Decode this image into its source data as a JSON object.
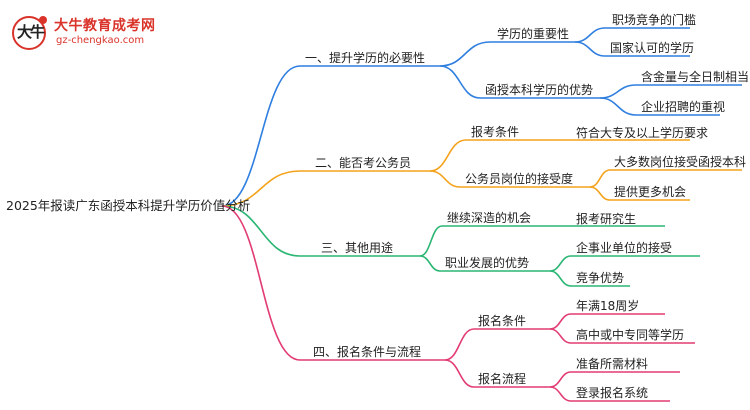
{
  "logo": {
    "name": "大牛教育成考网",
    "url": "gz-chengkao.com",
    "mark": "大牛"
  },
  "colors": {
    "blue": "#2f7fe0",
    "orange": "#f4a21b",
    "green": "#2bb673",
    "pink": "#e23c72"
  },
  "root": "2025年报读广东函授本科提升学历价值分析",
  "branches": [
    {
      "label": "一、提升学历的必要性",
      "children": [
        {
          "label": "学历的重要性",
          "leaves": [
            "职场竞争的门槛",
            "国家认可的学历"
          ]
        },
        {
          "label": "函授本科学历的优势",
          "leaves": [
            "含金量与全日制相当",
            "企业招聘的重视"
          ]
        }
      ]
    },
    {
      "label": "二、能否考公务员",
      "children": [
        {
          "label": "报考条件",
          "leaves": [
            "符合大专及以上学历要求"
          ]
        },
        {
          "label": "公务员岗位的接受度",
          "leaves": [
            "大多数岗位接受函授本科",
            "提供更多机会"
          ]
        }
      ]
    },
    {
      "label": "三、其他用途",
      "children": [
        {
          "label": "继续深造的机会",
          "leaves": [
            "报考研究生"
          ]
        },
        {
          "label": "职业发展的优势",
          "leaves": [
            "企事业单位的接受",
            "竞争优势"
          ]
        }
      ]
    },
    {
      "label": "四、报名条件与流程",
      "children": [
        {
          "label": "报名条件",
          "leaves": [
            "年满18周岁",
            "高中或中专同等学历"
          ]
        },
        {
          "label": "报名流程",
          "leaves": [
            "准备所需材料",
            "登录报名系统"
          ]
        }
      ]
    }
  ]
}
